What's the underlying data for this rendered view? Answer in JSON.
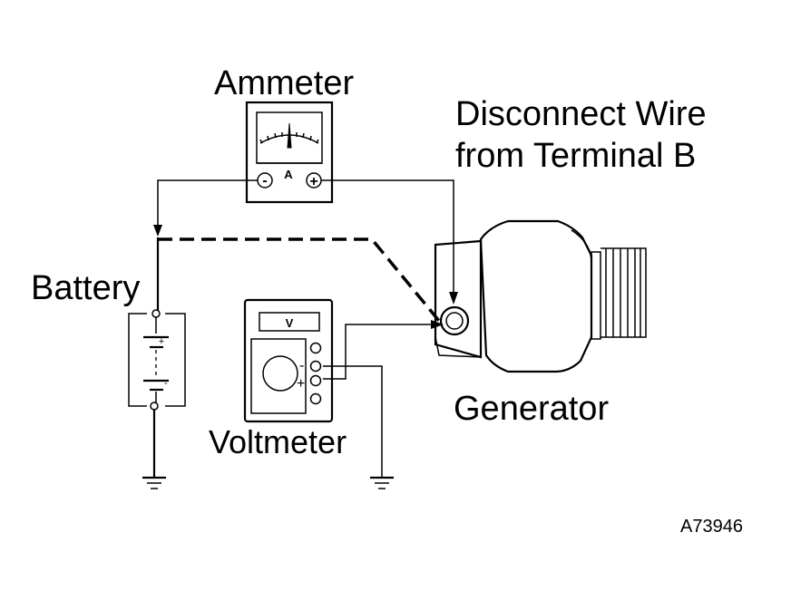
{
  "labels": {
    "ammeter": "Ammeter",
    "disconnect_line1": "Disconnect Wire",
    "disconnect_line2": "from Terminal B",
    "battery": "Battery",
    "generator": "Generator",
    "voltmeter": "Voltmeter",
    "figure_code": "A73946"
  },
  "ammeter_face": {
    "unit": "A",
    "neg": "-",
    "pos": "+"
  },
  "voltmeter_face": {
    "unit": "V",
    "neg": "-",
    "pos": "+"
  },
  "battery_symbol": {
    "pos": "+",
    "neg": "-"
  }
}
